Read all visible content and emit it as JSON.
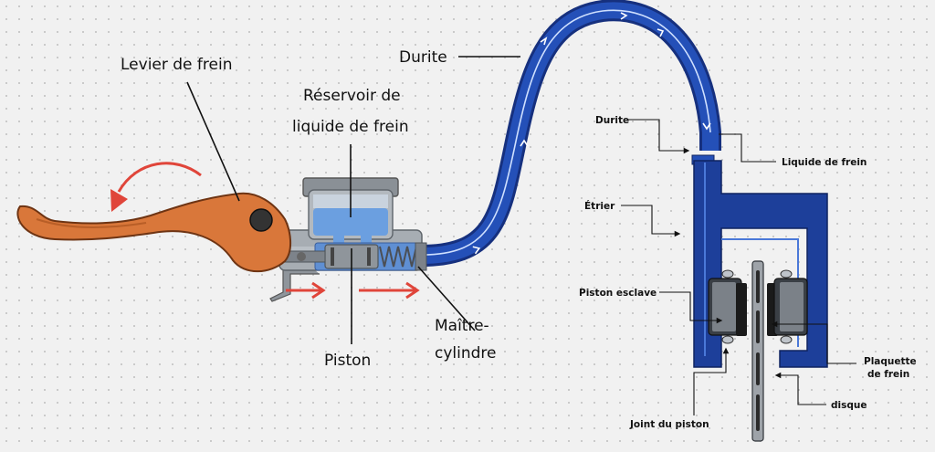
{
  "labels": {
    "lever": "Levier de frein",
    "reservoir_line1": "Réservoir de",
    "reservoir_line2": "liquide de frein",
    "hose_main": "Durite",
    "piston": "Piston",
    "master_line1": "Maître-",
    "master_line2": "cylindre",
    "hose_small": "Durite",
    "fluid": "Liquide de frein",
    "caliper": "Étrier",
    "slave_piston": "Piston esclave",
    "pad_line1": "Plaquette",
    "pad_line2": "de frein",
    "disc": "disque",
    "seal": "Joint du piston"
  },
  "colors": {
    "lever": "#d9773a",
    "hose": "#2346a8",
    "caliper": "#1d3f9a",
    "fluid": "#6b9fe0",
    "arrows": "#e0453a",
    "metal": "#9aa0a6"
  }
}
